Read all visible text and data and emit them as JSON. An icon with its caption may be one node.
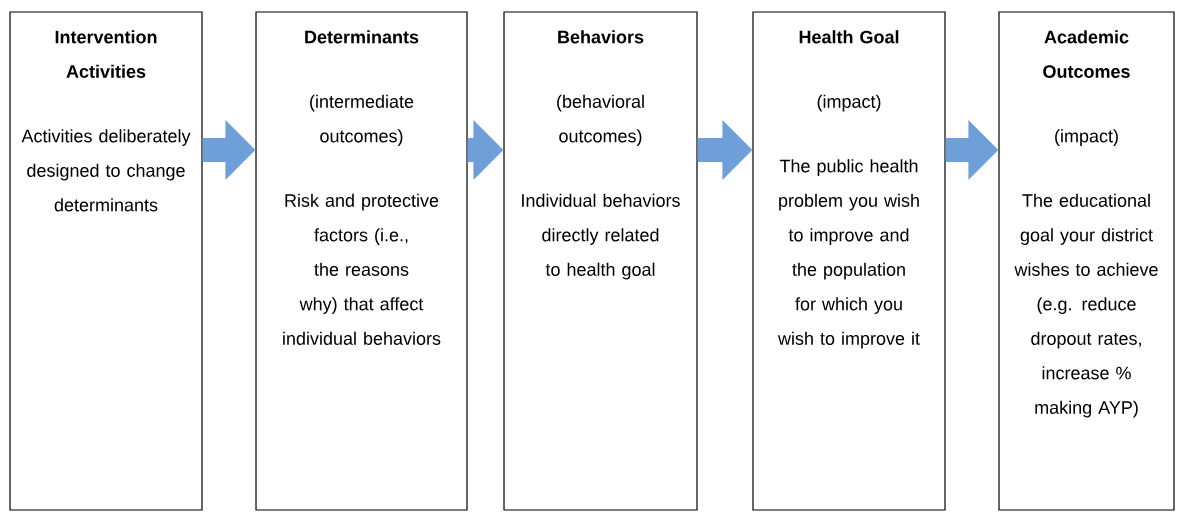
{
  "diagram": {
    "nodes": [
      {
        "text": [
          "Intervention Activities",
          "Activities deliberately designed to change determinants"
        ]
      },
      {
        "text": [
          "Determinants",
          "(intermediate outcomes)",
          "Risk and protective factors (i.e., the reasons why) that affect individual behaviors"
        ]
      },
      {
        "text": [
          "Behaviors",
          "(behavioral outcomes)",
          "Individual behaviors directly related to health goal"
        ]
      },
      {
        "text": [
          "Health Goal",
          "(impact)",
          "The public health problem you wish to improve and the population for which you wish to improve it"
        ]
      },
      {
        "text": [
          "Academic Outcomes",
          "(impact)",
          "The educational goal your district wishes to achieve (e.g. reduce dropout rates, increase % making AYP)"
        ]
      }
    ],
    "edges": [
      {
        "from": 0,
        "to": 1,
        "arrow": "to"
      },
      {
        "from": 1,
        "to": 2,
        "arrow": "to"
      },
      {
        "from": 2,
        "to": 3,
        "arrow": "to"
      },
      {
        "from": 3,
        "to": 4,
        "arrow": "to"
      }
    ]
  }
}
